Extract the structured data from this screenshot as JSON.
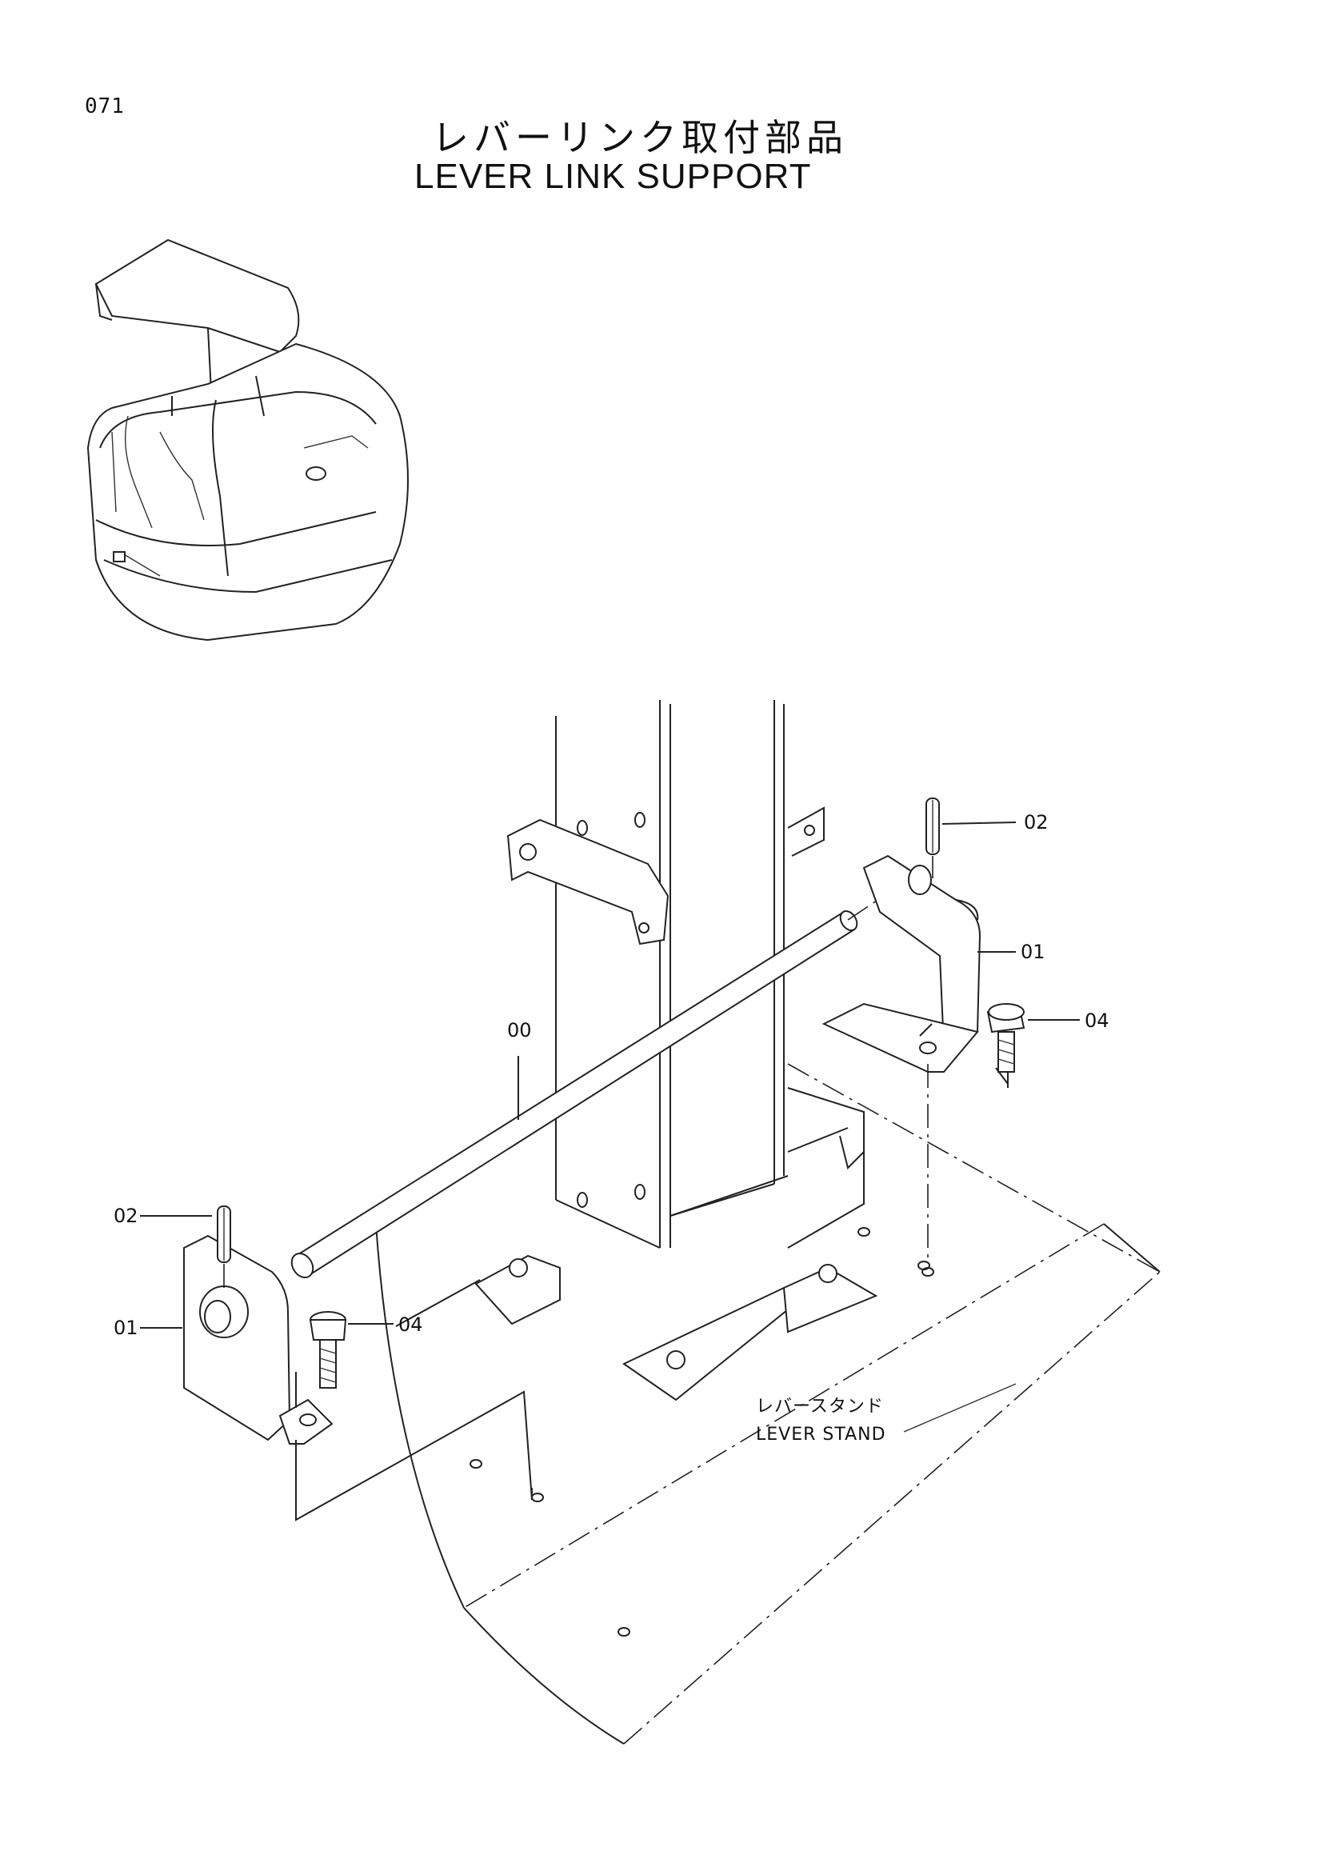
{
  "page": {
    "number": "071",
    "title_ja": "レバーリンク取付部品",
    "title_en": "LEVER LINK SUPPORT"
  },
  "callouts": {
    "shaft": "00",
    "bracket_right": "01",
    "bracket_left": "01",
    "pin_right": "02",
    "pin_left": "02",
    "bolt_right": "04",
    "bolt_left": "04"
  },
  "stand_label": {
    "ja": "レバースタンド",
    "en": "LEVER STAND"
  }
}
